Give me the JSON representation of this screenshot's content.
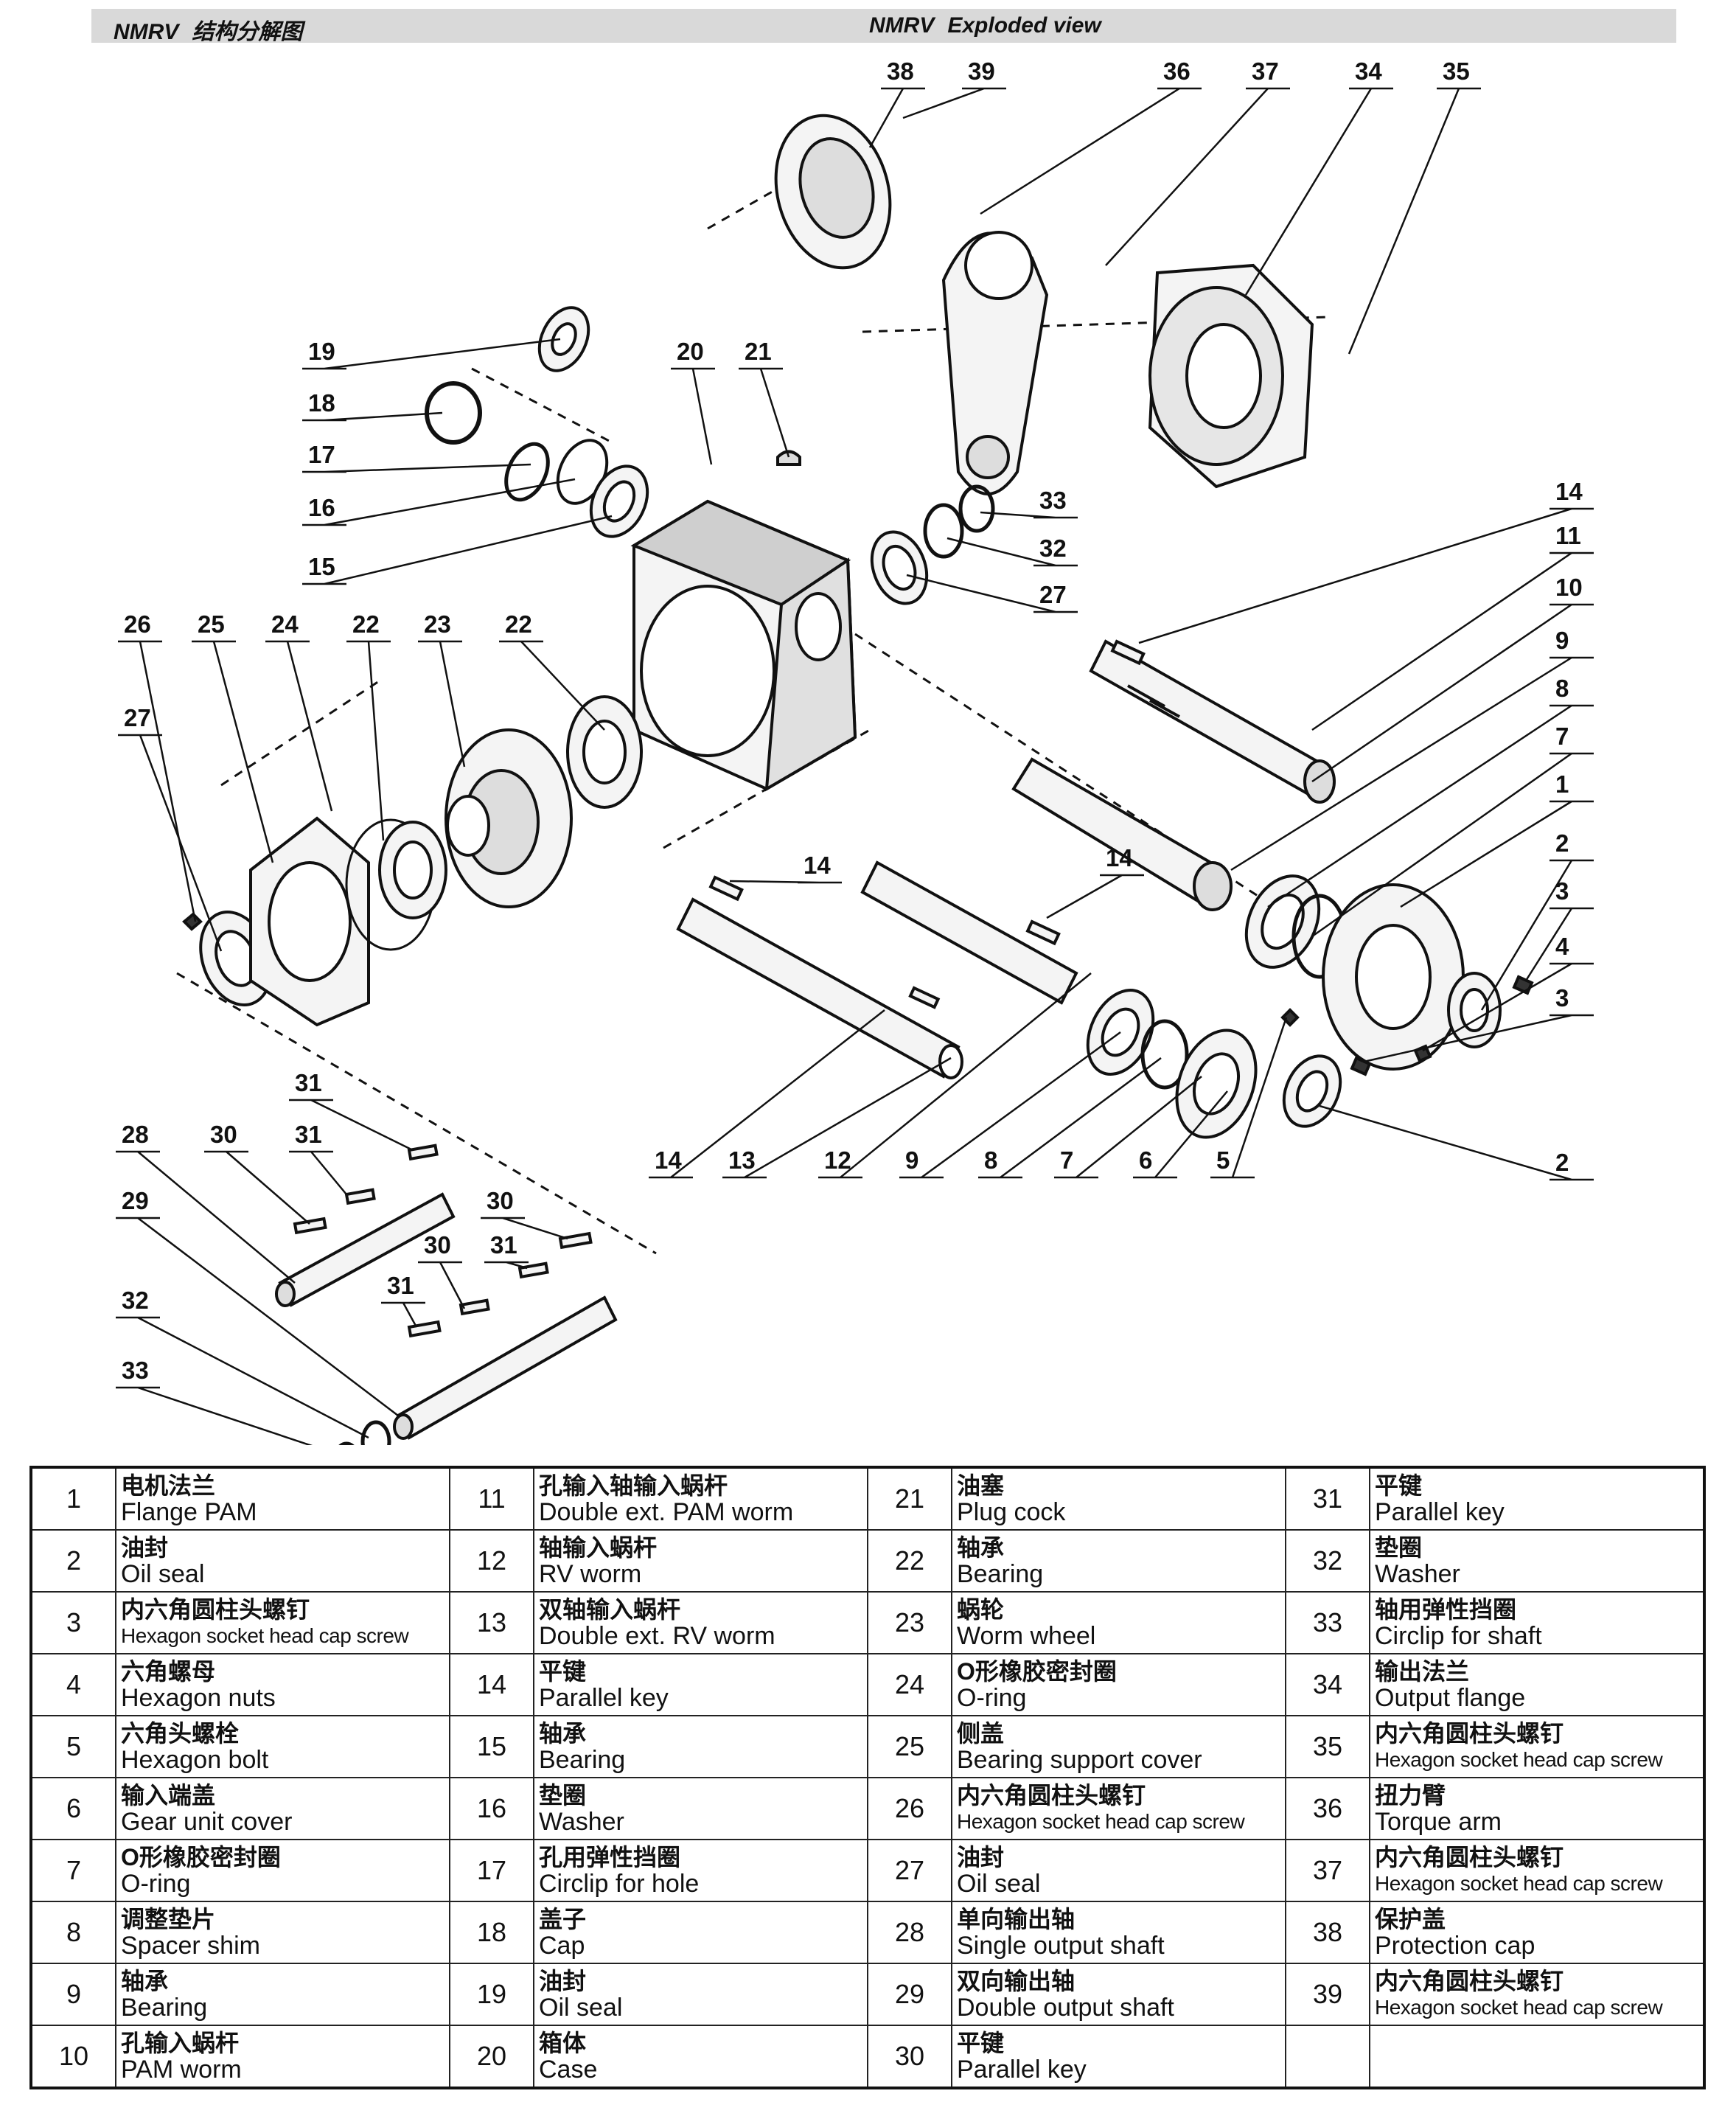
{
  "header": {
    "model": "NMRV",
    "title_cn": "结构分解图",
    "title_en": "Exploded view"
  },
  "callouts": [
    "38",
    "39",
    "36",
    "37",
    "34",
    "35",
    "19",
    "18",
    "17",
    "16",
    "15",
    "20",
    "21",
    "33",
    "32",
    "27",
    "14",
    "11",
    "10",
    "9",
    "8",
    "7",
    "1",
    "2",
    "3",
    "4",
    "3",
    "26",
    "25",
    "24",
    "22",
    "23",
    "22",
    "27",
    "14",
    "14",
    "14",
    "13",
    "12",
    "9",
    "8",
    "7",
    "6",
    "5",
    "2",
    "31",
    "28",
    "30",
    "31",
    "30",
    "31",
    "31",
    "30",
    "29",
    "32",
    "33"
  ],
  "colors": {
    "ink": "#111111",
    "header_bg": "#d9d9d9",
    "background": "#ffffff"
  },
  "parts": [
    {
      "no": "1",
      "cn": "电机法兰",
      "en": "Flange PAM"
    },
    {
      "no": "2",
      "cn": "油封",
      "en": "Oil seal"
    },
    {
      "no": "3",
      "cn": "内六角圆柱头螺钉",
      "en": "Hexagon socket head cap screw"
    },
    {
      "no": "4",
      "cn": "六角螺母",
      "en": "Hexagon nuts"
    },
    {
      "no": "5",
      "cn": "六角头螺栓",
      "en": "Hexagon bolt"
    },
    {
      "no": "6",
      "cn": "输入端盖",
      "en": "Gear unit cover"
    },
    {
      "no": "7",
      "cn": "O形橡胶密封圈",
      "en": "O-ring"
    },
    {
      "no": "8",
      "cn": "调整垫片",
      "en": "Spacer shim"
    },
    {
      "no": "9",
      "cn": "轴承",
      "en": "Bearing"
    },
    {
      "no": "10",
      "cn": "孔输入蜗杆",
      "en": "PAM worm"
    },
    {
      "no": "11",
      "cn": "孔输入轴输入蜗杆",
      "en": "Double ext. PAM worm"
    },
    {
      "no": "12",
      "cn": "轴输入蜗杆",
      "en": "RV worm"
    },
    {
      "no": "13",
      "cn": "双轴输入蜗杆",
      "en": "Double ext. RV worm"
    },
    {
      "no": "14",
      "cn": "平键",
      "en": "Parallel key"
    },
    {
      "no": "15",
      "cn": "轴承",
      "en": "Bearing"
    },
    {
      "no": "16",
      "cn": "垫圈",
      "en": "Washer"
    },
    {
      "no": "17",
      "cn": "孔用弹性挡圈",
      "en": "Circlip for hole"
    },
    {
      "no": "18",
      "cn": "盖子",
      "en": "Cap"
    },
    {
      "no": "19",
      "cn": "油封",
      "en": "Oil seal"
    },
    {
      "no": "20",
      "cn": "箱体",
      "en": "Case"
    },
    {
      "no": "21",
      "cn": "油塞",
      "en": "Plug cock"
    },
    {
      "no": "22",
      "cn": "轴承",
      "en": "Bearing"
    },
    {
      "no": "23",
      "cn": "蜗轮",
      "en": "Worm wheel"
    },
    {
      "no": "24",
      "cn": "O形橡胶密封圈",
      "en": "O-ring"
    },
    {
      "no": "25",
      "cn": "侧盖",
      "en": "Bearing support cover"
    },
    {
      "no": "26",
      "cn": "内六角圆柱头螺钉",
      "en": "Hexagon socket head cap screw"
    },
    {
      "no": "27",
      "cn": "油封",
      "en": "Oil seal"
    },
    {
      "no": "28",
      "cn": "单向输出轴",
      "en": "Single output shaft"
    },
    {
      "no": "29",
      "cn": "双向输出轴",
      "en": "Double output shaft"
    },
    {
      "no": "30",
      "cn": "平键",
      "en": "Parallel key"
    },
    {
      "no": "31",
      "cn": "平键",
      "en": "Parallel key"
    },
    {
      "no": "32",
      "cn": "垫圈",
      "en": "Washer"
    },
    {
      "no": "33",
      "cn": "轴用弹性挡圈",
      "en": "Circlip for shaft"
    },
    {
      "no": "34",
      "cn": "输出法兰",
      "en": "Output flange"
    },
    {
      "no": "35",
      "cn": "内六角圆柱头螺钉",
      "en": "Hexagon socket head cap screw"
    },
    {
      "no": "36",
      "cn": "扭力臂",
      "en": "Torque arm"
    },
    {
      "no": "37",
      "cn": "内六角圆柱头螺钉",
      "en": "Hexagon socket head cap screw"
    },
    {
      "no": "38",
      "cn": "保护盖",
      "en": "Protection cap"
    },
    {
      "no": "39",
      "cn": "内六角圆柱头螺钉",
      "en": "Hexagon socket head cap screw"
    }
  ]
}
